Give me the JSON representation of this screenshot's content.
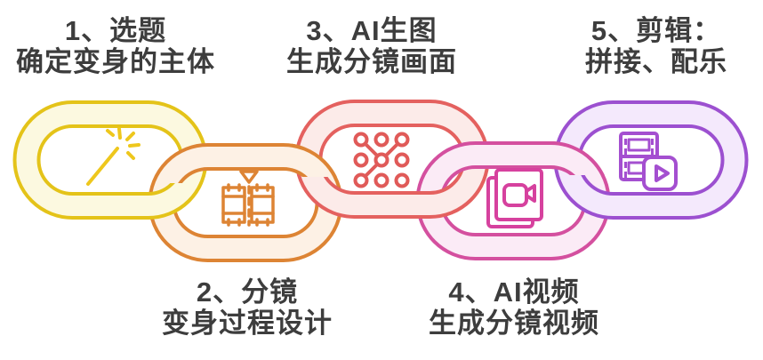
{
  "diagram": {
    "type": "chain-process",
    "background_color": "#ffffff",
    "text_color": "#3d3d3d"
  },
  "steps": [
    {
      "number": "1",
      "title": "1、选题",
      "subtitle": "确定变身的主体",
      "label_position": "top",
      "icon": "magic-wand-icon",
      "ring_border_color": "#e4c319",
      "ring_fill_color": "#fcf9e0",
      "icon_color": "#eec71d"
    },
    {
      "number": "2",
      "title": "2、分镜",
      "subtitle": "变身过程设计",
      "label_position": "bottom",
      "icon": "storyboard-split-icon",
      "ring_border_color": "#dd8434",
      "ring_fill_color": "#fdf1e5",
      "icon_color": "#dd8434"
    },
    {
      "number": "3",
      "title": "3、AI生图",
      "subtitle": "生成分镜画面",
      "label_position": "top",
      "icon": "pattern-dots-icon",
      "ring_border_color": "#e4615f",
      "ring_fill_color": "#fcebe9",
      "icon_color": "#e05a58"
    },
    {
      "number": "4",
      "title": "4、AI视频",
      "subtitle": "生成分镜视频",
      "label_position": "bottom",
      "icon": "video-clips-icon",
      "ring_border_color": "#d4509f",
      "ring_fill_color": "#fbebf6",
      "icon_color": "#d6419e"
    },
    {
      "number": "5",
      "title": "5、剪辑：",
      "subtitle": "拼接、配乐",
      "label_position": "top",
      "icon": "film-play-icon",
      "ring_border_color": "#9c50d0",
      "ring_fill_color": "#f4e9fc",
      "icon_color": "#a44fd0"
    }
  ]
}
